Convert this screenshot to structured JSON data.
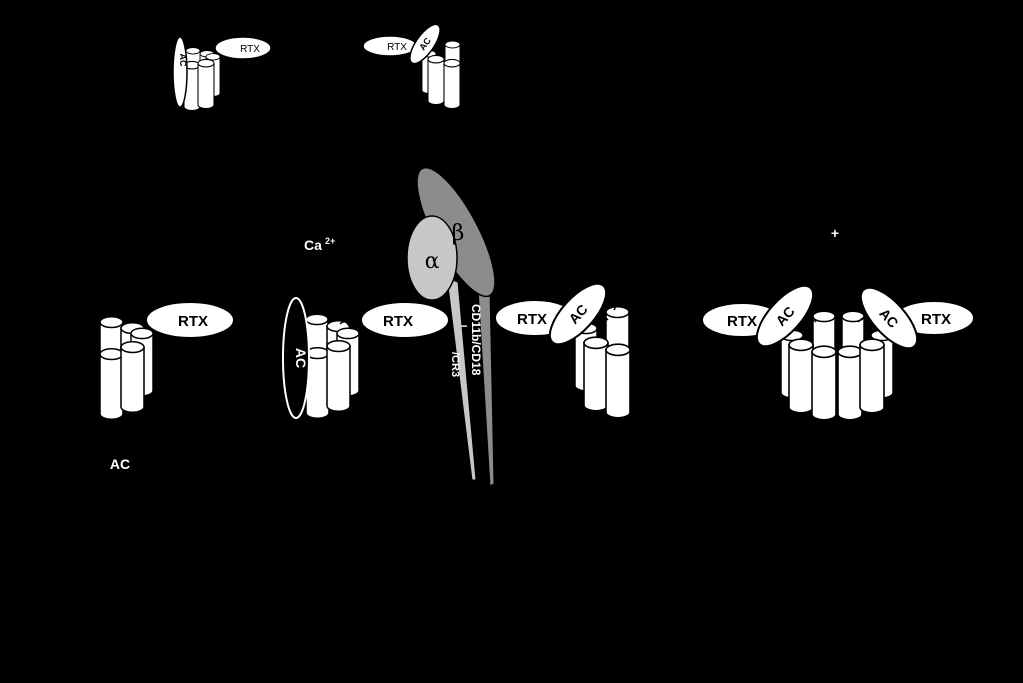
{
  "diagram": {
    "labels": {
      "rtx": "RTX",
      "ac": "AC",
      "calcium": "Ca",
      "calcium_charge": "2+",
      "alpha": "α",
      "beta": "β",
      "receptor": "CD11b/CD18",
      "receptor_minus": "−",
      "receptor_partial": "/CR3",
      "standalone_ac": "AC",
      "plus": "+"
    },
    "colors": {
      "background": "#000000",
      "protein_fill": "#ffffff",
      "outline": "#000000",
      "alpha_subunit": "#c8c8c8",
      "beta_subunit": "#8c8c8c",
      "ac_dark_domain": "#000000"
    }
  }
}
